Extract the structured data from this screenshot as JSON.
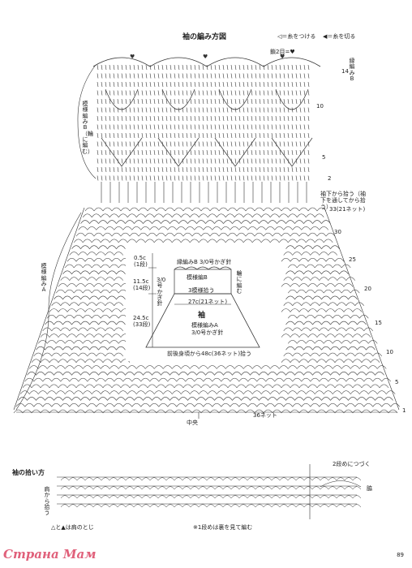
{
  "title": "袖の編み方図",
  "legend": {
    "attach": "◁＝糸をつける",
    "cut": "◀＝糸を切る"
  },
  "pattern_b_label": "縁編みB",
  "pattern_b_sleeve": "模様編みB（輪に編む）",
  "pattern_a": "模様編みA",
  "rows_label": "鎖2目=♥",
  "pickup_note": "袖下から拾う（袖下を通してから拾う）",
  "stitch_33": "33(21ネット)",
  "center": "中央",
  "bottom_count": "36ネット",
  "row_numbers_top": [
    "14",
    "10",
    "5",
    "2",
    "1"
  ],
  "row_numbers_side": [
    "30",
    "25",
    "20",
    "15",
    "10",
    "5",
    "1"
  ],
  "schematic": {
    "edge_b": "縁編みB 3/0号かぎ針",
    "sleeve_label": "袖",
    "pattern_a_label": "模様編みA",
    "hook_a": "3/0号かぎ針",
    "pattern_b_row": "模様編B",
    "pattern_pickup": "3模様拾う",
    "width_27": "27c(21ネット)",
    "knit_round": "輪に編む",
    "h_05": "0.5c",
    "h_05_rows": "(1段)",
    "h_115": "11.5c",
    "h_115_rows": "(14段)",
    "h_245": "24.5c",
    "h_245_rows": "(33段)",
    "hook_b": "3/0号かぎ針",
    "bottom": "前後身頃から48c(36ネット)拾う"
  },
  "pickup_title": "袖の拾い方",
  "pickup_right_note": "2段めにつづく",
  "pickup_side": "脇",
  "pickup_left": "肩から拾う",
  "pickup_bottom_left": "△と▲は肩のとじ",
  "pickup_bottom_right": "※1段めは裏を見て編む",
  "watermark": "Страна Мам",
  "page_number": "89"
}
